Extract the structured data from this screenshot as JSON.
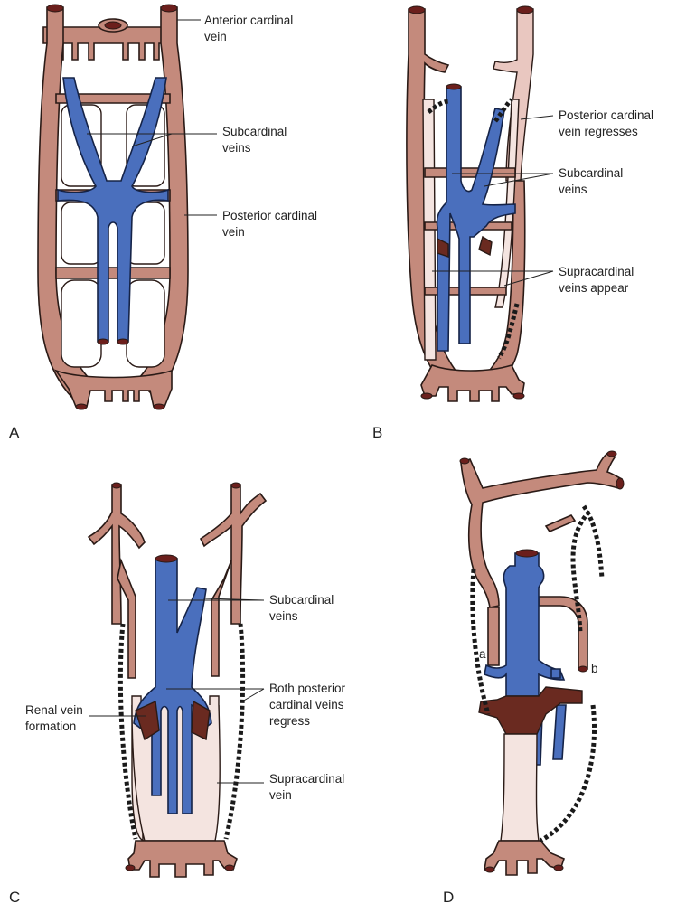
{
  "panels": {
    "a": {
      "letter": "A",
      "anterior_cardinal": "Anterior cardinal",
      "anterior_cardinal_2": "vein",
      "subcardinal": "Subcardinal",
      "subcardinal_2": "veins",
      "posterior_cardinal": "Posterior cardinal",
      "posterior_cardinal_2": "vein"
    },
    "b": {
      "letter": "B",
      "posterior_regresses": "Posterior cardinal",
      "posterior_regresses_2": "vein regresses",
      "subcardinal": "Subcardinal",
      "subcardinal_2": "veins",
      "supracardinal": "Supracardinal",
      "supracardinal_2": "veins appear"
    },
    "c": {
      "letter": "C",
      "subcardinal": "Subcardinal",
      "subcardinal_2": "veins",
      "renal": "Renal vein",
      "renal_2": "formation",
      "both_posterior": "Both posterior",
      "both_posterior_2": "cardinal veins",
      "both_posterior_3": "regress",
      "supracardinal": "Supracardinal",
      "supracardinal_2": "vein"
    },
    "d": {
      "letter": "D",
      "a": "a",
      "b": "b"
    }
  },
  "colors": {
    "cardinal": "#c48a7c",
    "subcardinal": "#4a6fbd",
    "supracardinal": "#f4e4e0",
    "renal": "#6a2a20",
    "outline": "#2a1a16"
  }
}
